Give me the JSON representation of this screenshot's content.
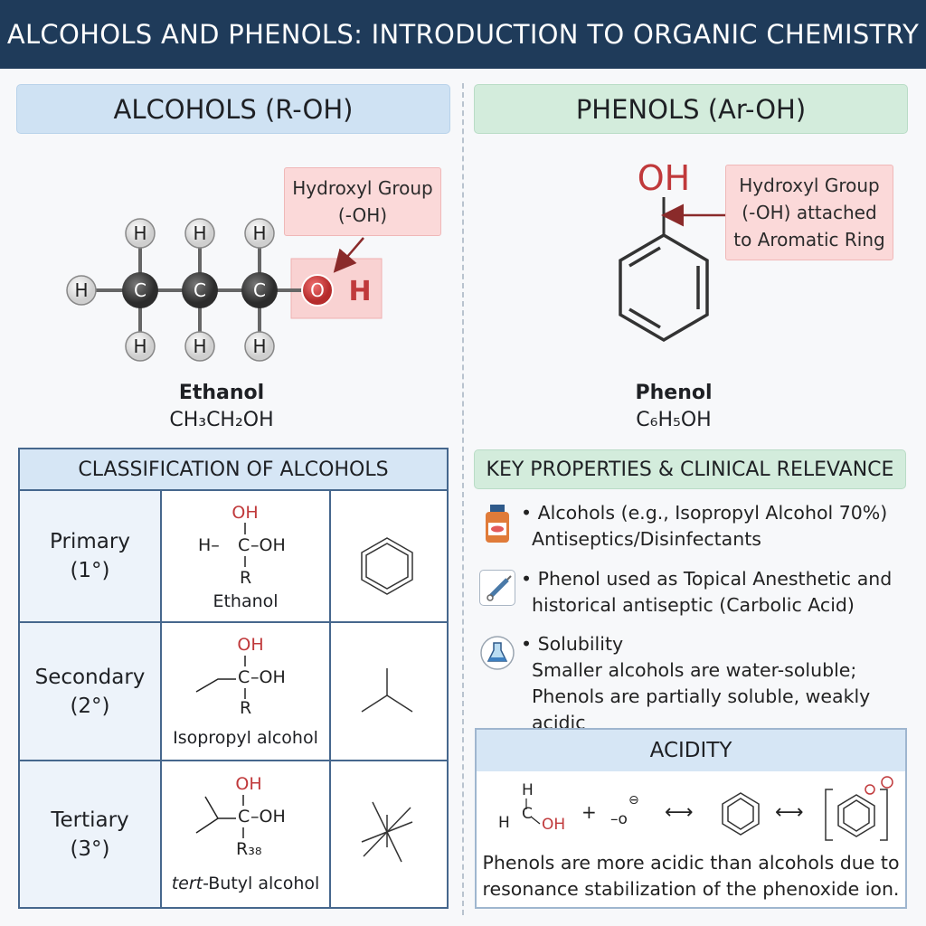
{
  "header": {
    "title": "ALCOHOLS AND PHENOLS: INTRODUCTION TO ORGANIC CHEMISTRY"
  },
  "alcohols": {
    "title": "ALCOHOLS (R-OH)",
    "callout_line1": "Hydroxyl Group",
    "callout_line2": "(-OH)",
    "atoms": {
      "c": "C",
      "h": "H",
      "o": "O",
      "oh_h": "H"
    },
    "name": "Ethanol",
    "formula": "CH₃CH₂OH"
  },
  "phenols": {
    "title": "PHENOLS (Ar-OH)",
    "oh_label": "OH",
    "callout_line1": "Hydroxyl Group",
    "callout_line2": "(-OH) attached",
    "callout_line3": "to Aromatic Ring",
    "name": "Phenol",
    "formula": "C₆H₅OH"
  },
  "classification": {
    "title": "CLASSIFICATION OF ALCOHOLS",
    "rows": [
      {
        "label_line1": "Primary",
        "label_line2": "(1°)",
        "top": "OH",
        "left": "H–",
        "c": "C",
        "right": "–OH",
        "bottom": "R",
        "struct_name": "Ethanol"
      },
      {
        "label_line1": "Secondary",
        "label_line2": "(2°)",
        "top": "OH",
        "left": "",
        "c": "C",
        "right": "–OH",
        "bottom": "R",
        "struct_name": "Isopropyl alcohol"
      },
      {
        "label_line1": "Tertiary",
        "label_line2": "(3°)",
        "top": "OH",
        "left": "",
        "c": "C",
        "right": "–OH",
        "bottom": "R₃₈",
        "struct_name_prefix": "tert",
        "struct_name": "-Butyl alcohol"
      }
    ]
  },
  "properties": {
    "title": "KEY PROPERTIES & CLINICAL RELEVANCE",
    "items": [
      {
        "icon": "medicine-bottle-icon",
        "line1": "• Alcohols (e.g., Isopropyl Alcohol 70%)",
        "line2": "Antiseptics/Disinfectants"
      },
      {
        "icon": "syringe-icon",
        "line1": "• Phenol used as Topical Anesthetic and",
        "line2": "historical antiseptic (Carbolic Acid)"
      },
      {
        "icon": "flask-icon",
        "line1": "• Solubility",
        "line2": "Smaller alcohols are water-soluble;",
        "line3": "Phenols are partially soluble, weakly acidic"
      }
    ]
  },
  "acidity": {
    "title": "ACIDITY",
    "h_top": "H",
    "h_left": "H",
    "c": "C",
    "oh": "OH",
    "plus": "+",
    "ion": "–o",
    "minus": "⊖",
    "arrow": "⟷",
    "text_line1": "Phenols are more acidic than alcohols due to",
    "text_line2": "resonance stabilization of the phenoxide ion."
  },
  "colors": {
    "header": "#1f3b5a",
    "oxygen": "#c0393b",
    "carbon": "#444444",
    "blue_head": "#cfe2f3",
    "green_head": "#d3ecdc",
    "callout": "#fbd9d9"
  }
}
